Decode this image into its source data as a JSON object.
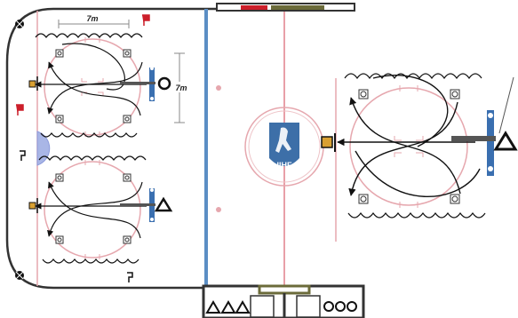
{
  "diagram": {
    "dimensions": {
      "width_label": "7m",
      "height_label": "7m"
    },
    "logo": {
      "text": "IIHF"
    },
    "bench_area": {
      "left_symbols": "ΔΔΔ",
      "right_symbols": "ooo"
    },
    "colors": {
      "rink_line": "#333333",
      "center_line": "#e8a0a8",
      "blue_line": "#5b8ec4",
      "circle": "#e6a7ae",
      "skater_path": "#111111",
      "net_red": "#cc1f2a",
      "goal_crease": "#a9b6e6",
      "cone": "#d9a032",
      "coach_post": "#3a6fb0",
      "logo_blue": "#3d6fa8"
    },
    "icons": {
      "circle_marker": "circle-player-icon",
      "triangle_marker": "triangle-player-icon",
      "puck_marker": "puck-icon",
      "net_marker": "net-icon",
      "flag_marker": "flag-icon"
    }
  }
}
